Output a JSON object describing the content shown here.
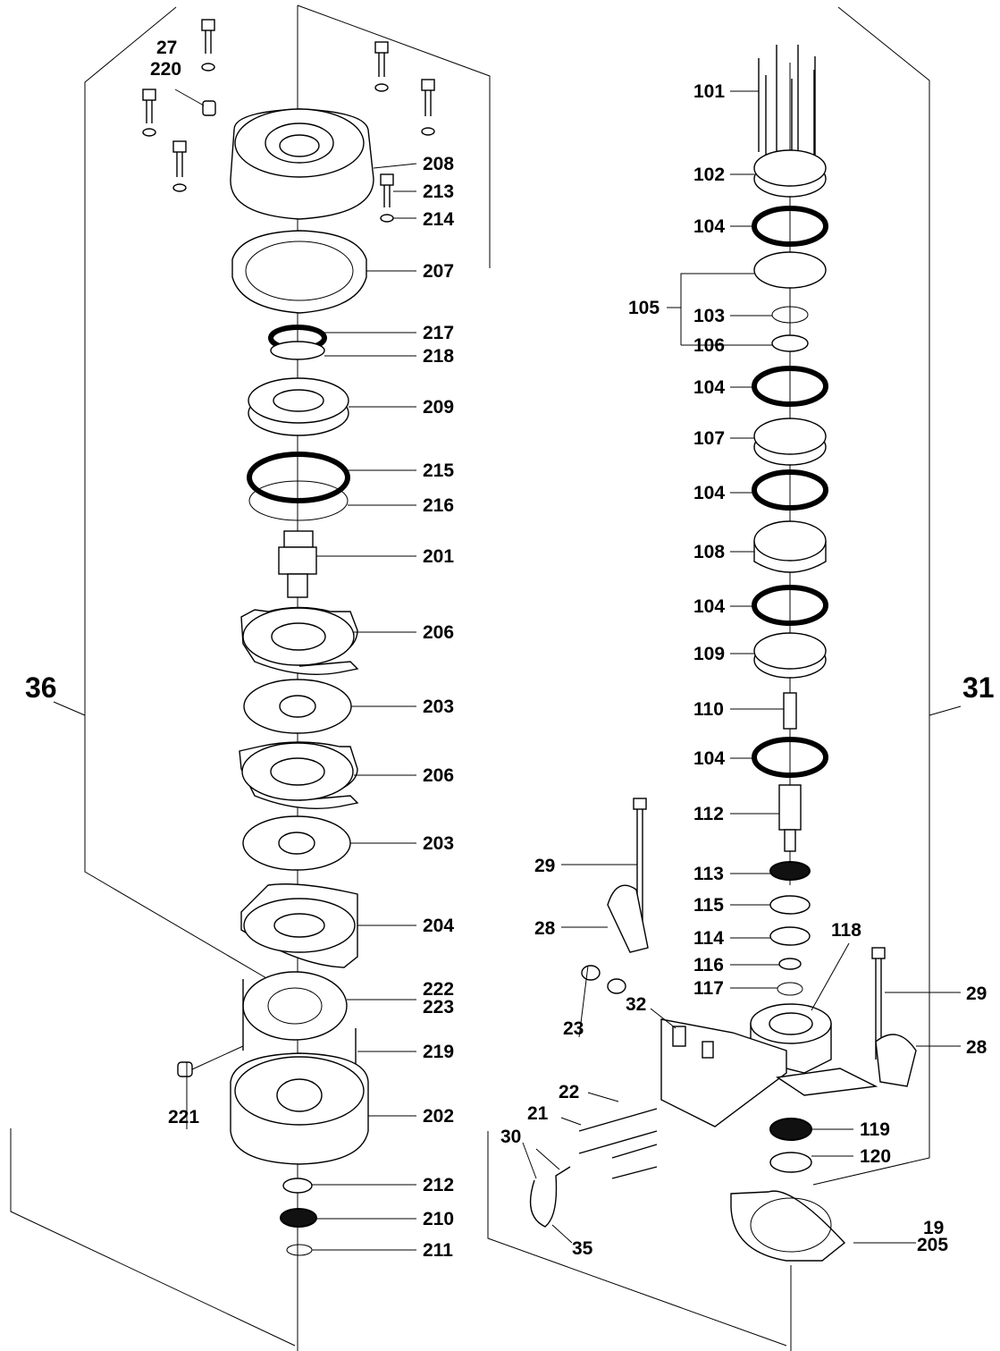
{
  "labels": {
    "l27": "27",
    "l220": "220",
    "l208": "208",
    "l213": "213",
    "l214": "214",
    "l207": "207",
    "l217": "217",
    "l218": "218",
    "l209": "209",
    "l215": "215",
    "l216": "216",
    "l201": "201",
    "l206a": "206",
    "l203a": "203",
    "l206b": "206",
    "l203b": "203",
    "l204": "204",
    "l222": "222",
    "l223": "223",
    "l219": "219",
    "l221": "221",
    "l202": "202",
    "l212": "212",
    "l210": "210",
    "l211": "211",
    "l36": "36",
    "l101": "101",
    "l102": "102",
    "l104a": "104",
    "l105": "105",
    "l103": "103",
    "l106": "106",
    "l104b": "104",
    "l107": "107",
    "l104c": "104",
    "l108": "108",
    "l104d": "104",
    "l109": "109",
    "l110": "110",
    "l104e": "104",
    "l112": "112",
    "l113": "113",
    "l115": "115",
    "l114": "114",
    "l116": "116",
    "l117": "117",
    "l118": "118",
    "l119": "119",
    "l120": "120",
    "l19": "19",
    "l205": "205",
    "l31": "31",
    "l29a": "29",
    "l28a": "28",
    "l29b": "29",
    "l28b": "28",
    "l32": "32",
    "l23": "23",
    "l22": "22",
    "l21": "21",
    "l30": "30",
    "l35": "35"
  }
}
